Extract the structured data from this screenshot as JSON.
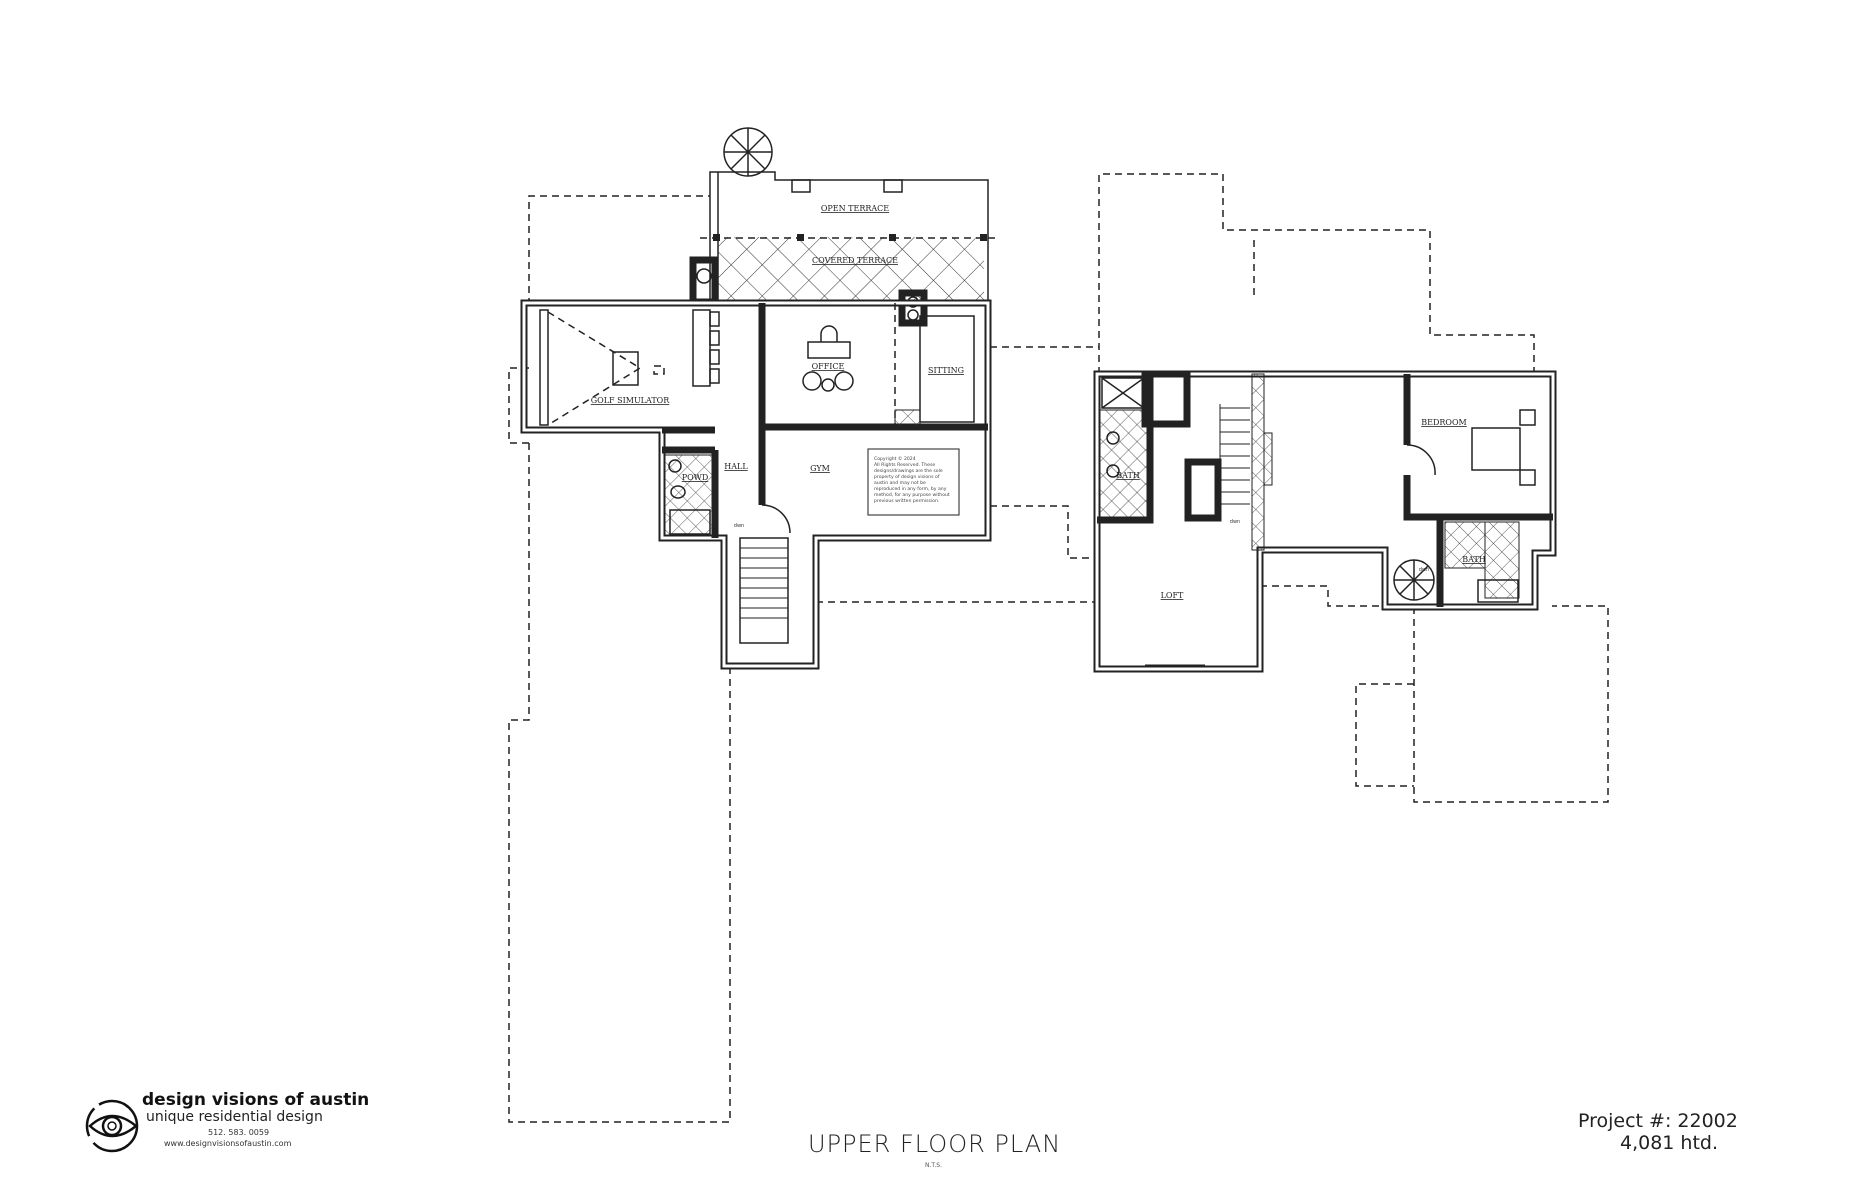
{
  "drawing": {
    "title": "UPPER FLOOR PLAN",
    "scale_note": "N.T.S.",
    "project_number": "Project #: 22002",
    "heated_area": "4,081 htd."
  },
  "firm": {
    "name": "design visions of austin",
    "tagline": "unique residential design",
    "phone": "512. 583. 0059",
    "website": "www.designvisionsofaustin.com"
  },
  "rooms": {
    "open_terrace": "OPEN TERRACE",
    "covered_terrace": "COVERED TERRACE",
    "office": "OFFICE",
    "sitting": "SITTING",
    "golf_simulator": "GOLF SIMULATOR",
    "hall": "HALL",
    "gym": "GYM",
    "powder": "POWD",
    "bath_left": "BATH",
    "loft": "LOFT",
    "bedroom": "BEDROOM",
    "bath_right": "BATH"
  },
  "stair_labels": {
    "down_1": "dwn",
    "down_2": "dwn",
    "down_3": "dwn"
  },
  "copyright": {
    "lines": [
      "Copyright © 2024",
      "All Rights Reserved.  These",
      "designs/drawings are the sole",
      "property of design visions of",
      "austin and may not be",
      "reproduced in any form, by any",
      "method, for any purpose without",
      "previous written permission."
    ]
  }
}
